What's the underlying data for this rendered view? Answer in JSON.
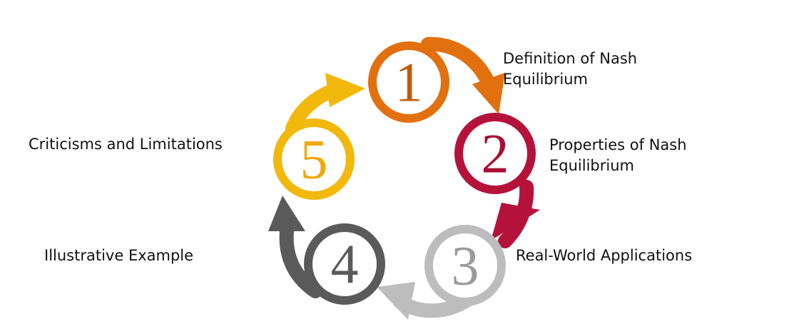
{
  "steps": [
    {
      "number": "1",
      "label": "Definition of Nash Equilibrium",
      "label_lines": [
        "Definition of Nash",
        "Equilibrium"
      ],
      "color": "#E2700E",
      "number_color": "#C25A08"
    },
    {
      "number": "2",
      "label": "Properties of Nash Equilibrium",
      "label_lines": [
        "Properties of Nash",
        "Equilibrium"
      ],
      "color": "#B5123B",
      "number_color": "#A80E35"
    },
    {
      "number": "3",
      "label": "Real-World Applications",
      "label_lines": [
        "Real-World Applications"
      ],
      "color": "#BDBDBD",
      "number_color": "#9A9A9A"
    },
    {
      "number": "4",
      "label": "Illustrative Example",
      "label_lines": [
        "Illustrative Example"
      ],
      "color": "#5A5A5A",
      "number_color": "#5A5A5A"
    },
    {
      "number": "5",
      "label": "Criticisms and Limitations",
      "label_lines": [
        "Criticisms and Limitations"
      ],
      "color": "#F2B80C",
      "number_color": "#EFA80A"
    }
  ]
}
